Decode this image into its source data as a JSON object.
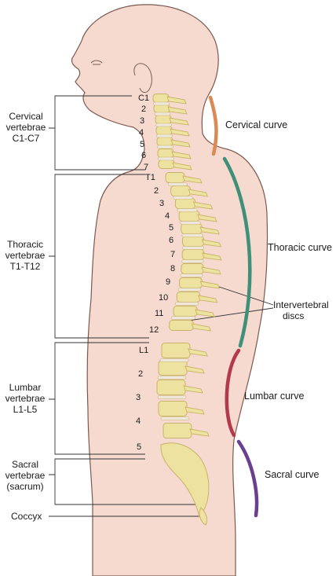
{
  "regions": {
    "cervical": [
      "Cervical",
      "vertebrae",
      "C1-C7"
    ],
    "thoracic": [
      "Thoracic",
      "vertebrae",
      "T1-T12"
    ],
    "lumbar": [
      "Lumbar",
      "vertebrae",
      "L1-L5"
    ],
    "sacral": [
      "Sacral",
      "vertebrae",
      "(sacrum)"
    ],
    "coccyx": "Coccyx"
  },
  "vertebra_numbers": {
    "cervical": [
      "C1",
      "2",
      "3",
      "4",
      "5",
      "6",
      "7"
    ],
    "thoracic": [
      "T1",
      "2",
      "3",
      "4",
      "5",
      "6",
      "7",
      "8",
      "9",
      "10",
      "11",
      "12"
    ],
    "lumbar": [
      "L1",
      "2",
      "3",
      "4",
      "5"
    ]
  },
  "curves": {
    "cervical": "Cervical curve",
    "thoracic": "Thoracic curve",
    "lumbar": "Lumbar curve",
    "sacral": "Sacral curve"
  },
  "discs_label": [
    "Intervertebral",
    "discs"
  ],
  "colors": {
    "skin": "#f6d9cf",
    "skin_outline": "#7a5a50",
    "bone": "#eee2a0",
    "bone_dark": "#c9b36a",
    "disc": "#efe6dc",
    "cervical_curve": "#d98a55",
    "thoracic_curve": "#3f8f79",
    "lumbar_curve": "#b23a4a",
    "sacral_curve": "#6a3f8f"
  }
}
